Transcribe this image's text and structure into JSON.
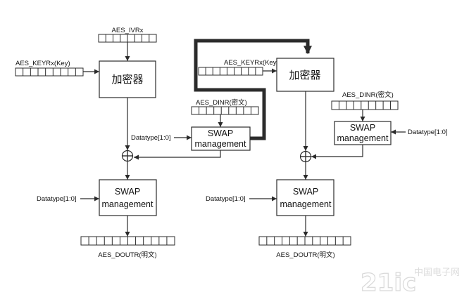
{
  "diagram": {
    "left": {
      "iv_label": "AES_IVRx",
      "key_label": "AES_KEYRx(Key)",
      "encryptor_label": "加密器",
      "cipher_label": "AES_DINR(密文)",
      "cipher_datatype_label": "Datatype[1:0]",
      "cipher_swap": {
        "line1": "SWAP",
        "line2": "management"
      },
      "output_datatype_label": "Datatype[1:0]",
      "output_swap": {
        "line1": "SWAP",
        "line2": "management"
      },
      "output_label": "AES_DOUTR(明文)"
    },
    "right": {
      "key_label": "AES_KEYRx(Key)",
      "encryptor_label": "加密器",
      "cipher_label": "AES_DINR(密文)",
      "cipher_datatype_label": "Datatype[1:0]",
      "cipher_swap": {
        "line1": "SWAP",
        "line2": "management"
      },
      "output_datatype_label": "Datatype[1:0]",
      "output_swap": {
        "line1": "SWAP",
        "line2": "management"
      },
      "output_label": "AES_DOUTR(明文)"
    }
  },
  "watermark": {
    "logo": "21ic",
    "site_name": "中国电子网"
  },
  "colors": {
    "line": "#2b2b2b",
    "watermark": "#d9d9d9"
  }
}
